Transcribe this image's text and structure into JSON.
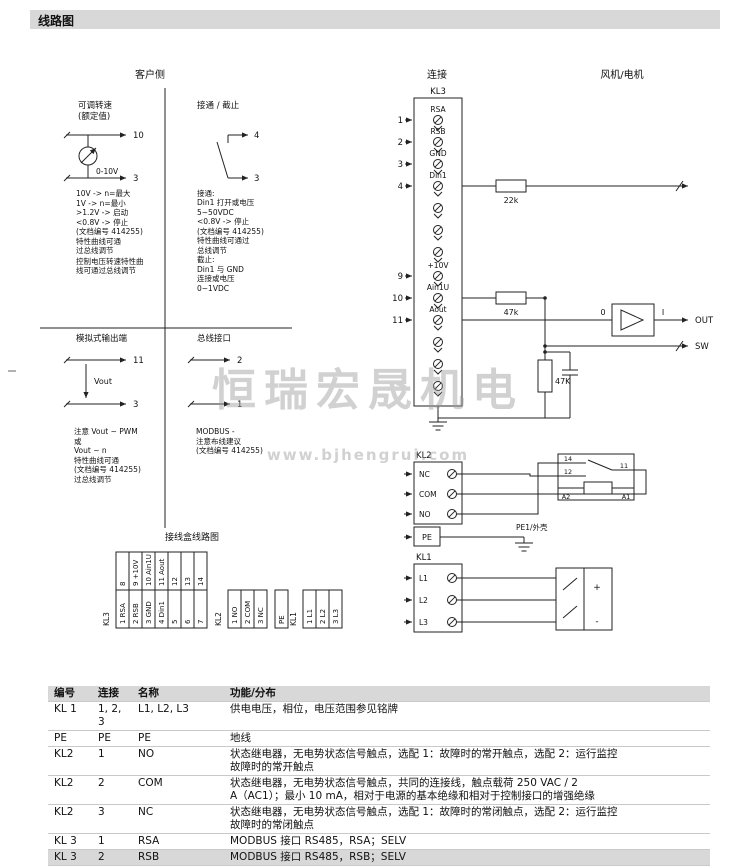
{
  "page": {
    "title": "线路图"
  },
  "watermark": {
    "line1": "恒瑞宏晟机电",
    "line2": "www.bjhengrui.com"
  },
  "columns": {
    "customer": "客户侧",
    "connection": "连接",
    "fan": "风机/电机"
  },
  "speed": {
    "title_line1": "可调转速",
    "title_line2": "(额定值)",
    "terminal_top": "10",
    "terminal_bottom": "3",
    "source_range": "0-10V",
    "notes": [
      "10V  -> n=最大",
      "1V   -> n=最小",
      ">1.2V -> 启动",
      "<0.8V -> 停止",
      "(文档编号 414255)",
      "特性曲线可通",
      "过总线调节",
      "控制电压转速特性曲",
      "线可通过总线调节"
    ]
  },
  "onoff": {
    "title": "接通 / 截止",
    "terminal_top": "4",
    "terminal_bottom": "3",
    "notes": [
      "接通:",
      "Din1 打开或电压",
      "5~50VDC",
      "<0.8V -> 停止",
      "(文档编号 414255)",
      "特性曲线可通过",
      "总线调节",
      "截止:",
      "Din1 与 GND",
      "连接或电压",
      "0~1VDC"
    ]
  },
  "aout": {
    "title": "模拟式输出端",
    "terminal_top": "11",
    "terminal_bottom": "3",
    "signal": "Vout",
    "notes": [
      "注意 Vout ~ PWM",
      "或",
      "Vout ~ n",
      "特性曲线可通",
      "(文档编号 414255)",
      "过总线调节"
    ]
  },
  "bus": {
    "title": "总线接口",
    "terminal_top": "2",
    "terminal_bottom": "1",
    "notes": [
      "MODBUS -",
      "注意布线建议",
      "(文档编号 414255)"
    ]
  },
  "kl3": {
    "label": "KL3",
    "numbers": [
      "1",
      "2",
      "3",
      "4",
      "9",
      "10",
      "11"
    ],
    "names": [
      "RSA",
      "RSB",
      "GND",
      "Din1",
      "+10V",
      "Ain1U",
      "Aout"
    ],
    "r1": "22k",
    "r2": "47k",
    "r3": "47K",
    "amp_in": "0",
    "amp_out": "I",
    "out_label": "OUT",
    "sw_label": "SW"
  },
  "kl2": {
    "label": "KL2",
    "names": [
      "NC",
      "COM",
      "NO"
    ],
    "relay": {
      "no": "14",
      "nc": "12",
      "com": "11",
      "a2": "A2",
      "a1": "A1"
    }
  },
  "pe": {
    "label": "PE",
    "note": "PE1/外壳"
  },
  "kl1": {
    "label": "KL1",
    "names": [
      "L1",
      "L2",
      "L3"
    ],
    "motor_plus": "+",
    "motor_minus": "-"
  },
  "jbox": {
    "title": "接线盒线路图",
    "kl3_label": "KL3",
    "top_cells": [
      "8",
      "9 +10V",
      "10 Ain1U",
      "11 Aout",
      "12",
      "13",
      "14"
    ],
    "bottom_cells": [
      "1 RSA",
      "2 RSB",
      "3 GND",
      "4 Din1",
      "5",
      "6",
      "7"
    ],
    "kl2_label": "KL2",
    "kl2_cells": [
      "1 NO",
      "2 COM",
      "3 NC"
    ],
    "pe_cell": "PE",
    "kl1_label": "KL1",
    "kl1_cells": [
      "1 L1",
      "2 L2",
      "3 L3"
    ]
  },
  "table": {
    "headers": [
      "编号",
      "连接",
      "名称",
      "功能/分布"
    ],
    "rows": [
      {
        "id": "KL 1",
        "conn": "1, 2, 3",
        "name": "L1, L2, L3",
        "func": "供电电压，相位，电压范围参见铭牌"
      },
      {
        "id": "PE",
        "conn": "PE",
        "name": "PE",
        "func": "地线"
      },
      {
        "id": "KL2",
        "conn": "1",
        "name": "NO",
        "func": "状态继电器，无电势状态信号触点，选配 1：故障时的常开触点，选配 2：运行监控\n故障时的常开触点"
      },
      {
        "id": "KL2",
        "conn": "2",
        "name": "COM",
        "func": "状态继电器，无电势状态信号触点，共同的连接线，触点载荷 250 VAC / 2\nA（AC1）；最小 10 mA，相对于电源的基本绝缘和相对于控制接口的增强绝缘"
      },
      {
        "id": "KL2",
        "conn": "3",
        "name": "NC",
        "func": "状态继电器，无电势状态信号触点，选配 1：故障时的常闭触点，选配 2：运行监控\n故障时的常闭触点"
      },
      {
        "id": "KL 3",
        "conn": "1",
        "name": "RSA",
        "func": "MODBUS 接口 RS485，RSA；SELV"
      },
      {
        "id": "KL 3",
        "conn": "2",
        "name": "RSB",
        "func": "MODBUS 接口 RS485，RSB；SELV"
      }
    ]
  }
}
